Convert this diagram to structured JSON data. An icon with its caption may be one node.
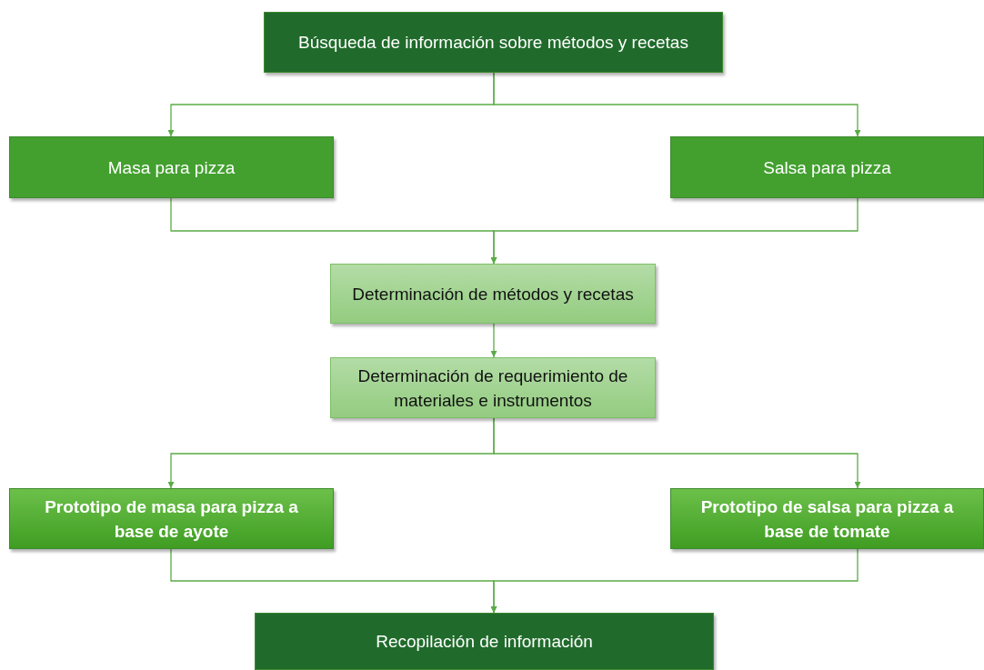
{
  "diagram": {
    "nodes": [
      {
        "text": [
          "Búsqueda de información sobre métodos y recetas"
        ]
      },
      {
        "text": [
          "Masa para pizza"
        ]
      },
      {
        "text": [
          "Salsa para pizza"
        ]
      },
      {
        "text": [
          "Determinación de métodos y recetas"
        ]
      },
      {
        "text": [
          "Determinación de requerimiento de materiales e instrumentos"
        ]
      },
      {
        "text": [
          "Prototipo de masa para pizza a base de ayote"
        ]
      },
      {
        "text": [
          "Prototipo de salsa para pizza a base de tomate"
        ]
      },
      {
        "text": [
          "Recopilación de información"
        ]
      }
    ],
    "edges": [
      {
        "from": 0,
        "to": 1,
        "arrow": "to"
      },
      {
        "from": 0,
        "to": 2,
        "arrow": "to"
      },
      {
        "from": 1,
        "to": 3,
        "arrow": "to"
      },
      {
        "from": 2,
        "to": 3,
        "arrow": "to"
      },
      {
        "from": 3,
        "to": 4,
        "arrow": "to"
      },
      {
        "from": 4,
        "to": 5,
        "arrow": "to"
      },
      {
        "from": 4,
        "to": 6,
        "arrow": "to"
      },
      {
        "from": 5,
        "to": 7,
        "arrow": "to"
      },
      {
        "from": 6,
        "to": 7,
        "arrow": "to"
      }
    ]
  }
}
